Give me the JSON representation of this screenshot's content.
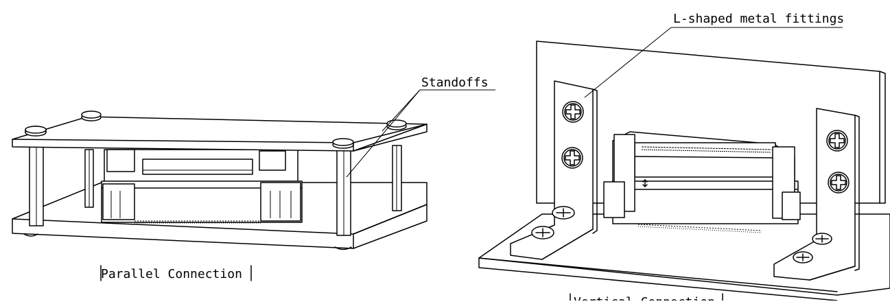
{
  "labels": {
    "standoffs": "Standoffs",
    "l_fittings": "L-shaped metal fittings",
    "parallel_caption": "Parallel Connection",
    "vertical_caption": "Vertical Connection"
  },
  "icons": {
    "screw": "phillips-screw-icon"
  }
}
